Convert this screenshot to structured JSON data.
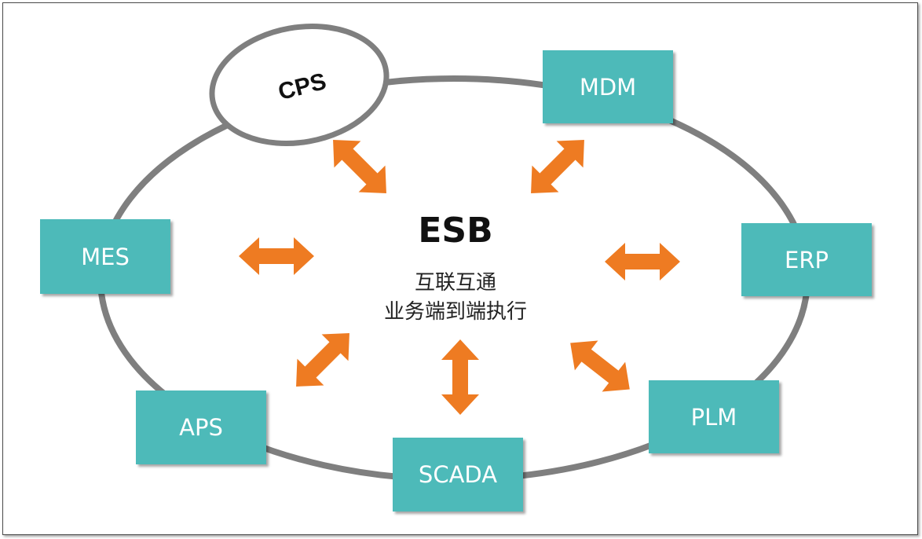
{
  "center": {
    "title": "ESB",
    "line1": "互联互通",
    "line2": "业务端到端执行"
  },
  "nodes": {
    "cps": "CPS",
    "mdm": "MDM",
    "mes": "MES",
    "erp": "ERP",
    "aps": "APS",
    "plm": "PLM",
    "scada": "SCADA"
  },
  "colors": {
    "node_fill": "#4dbab9",
    "ring": "#7f7f7f",
    "arrow": "#ee7b22"
  }
}
